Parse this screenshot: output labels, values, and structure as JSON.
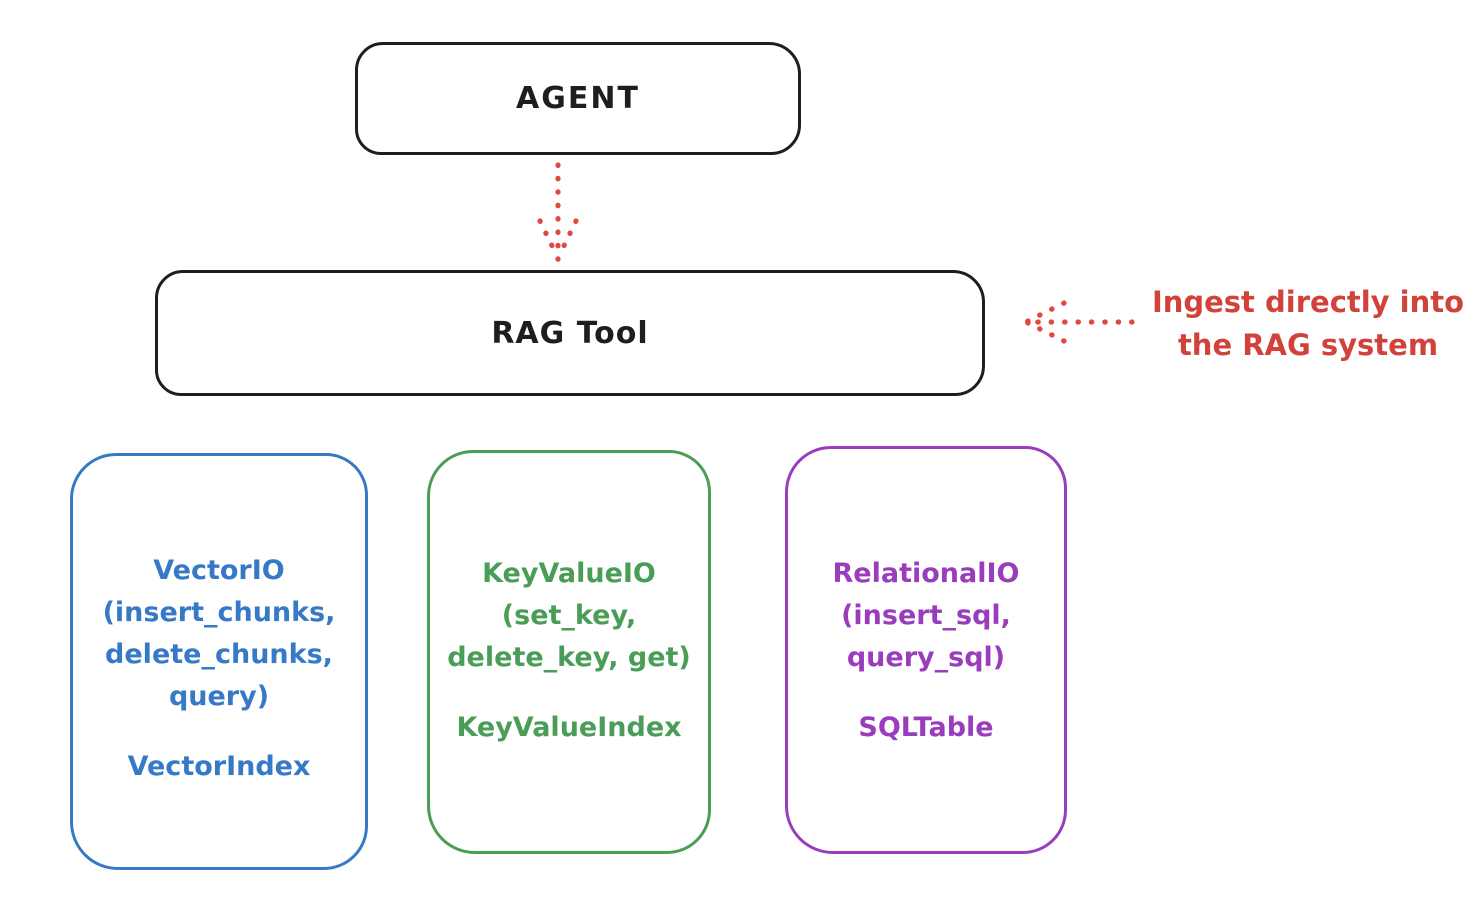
{
  "diagram": {
    "agent_box": {
      "label": "AGENT"
    },
    "rag_tool_box": {
      "label": "RAG Tool"
    },
    "annotation": {
      "line1": "Ingest directly into",
      "line2": "the RAG system"
    },
    "io_boxes": [
      {
        "name": "vector-io",
        "lines": [
          "VectorIO",
          "(insert_chunks,",
          "delete_chunks,",
          "query)"
        ],
        "index_label": "VectorIndex",
        "color": "#3679c7"
      },
      {
        "name": "keyvalue-io",
        "lines": [
          "KeyValueIO",
          "(set_key,",
          "delete_key, get)"
        ],
        "index_label": "KeyValueIndex",
        "color": "#4a9d57"
      },
      {
        "name": "relational-io",
        "lines": [
          "RelationalIO",
          "(insert_sql,",
          "query_sql)"
        ],
        "index_label": "SQLTable",
        "color": "#9a3dbd"
      }
    ],
    "colors": {
      "stroke": "#1e1e1e",
      "red": "#d0423a",
      "blue": "#3679c7",
      "green": "#4a9d57",
      "purple": "#9a3dbd"
    }
  }
}
